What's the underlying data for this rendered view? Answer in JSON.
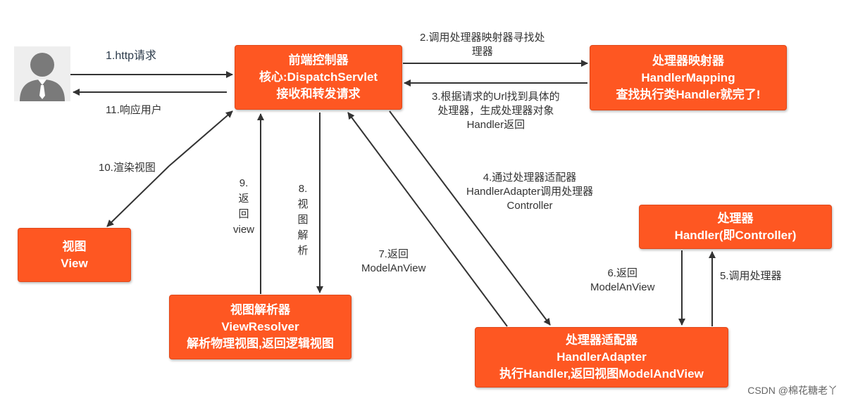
{
  "nodes": {
    "front_controller": [
      "前端控制器",
      "核心:DispatchServlet",
      "接收和转发请求"
    ],
    "handler_mapping": [
      "处理器映射器",
      "HandlerMapping",
      "查找执行类Handler就完了!"
    ],
    "view": [
      "视图",
      "View"
    ],
    "handler": [
      "处理器",
      "Handler(即Controller)"
    ],
    "view_resolver": [
      "视图解析器",
      "ViewResolver",
      "解析物理视图,返回逻辑视图"
    ],
    "handler_adapter": [
      "处理器适配器",
      "HandlerAdapter",
      "执行Handler,返回视图ModelAndView"
    ]
  },
  "steps": {
    "s1": "1.http请求",
    "s2": [
      "2.调用处理器映射器寻找处",
      "理器"
    ],
    "s3": [
      "3.根据请求的Url找到具体的",
      "处理器，生成处理器对象",
      "Handler返回"
    ],
    "s4": [
      "4.通过处理器适配器",
      "HandlerAdapter调用处理器",
      "Controller"
    ],
    "s5": "5.调用处理器",
    "s6": [
      "6.返回",
      "ModelAnView"
    ],
    "s7": [
      "7.返回",
      "ModelAnView"
    ],
    "s8": [
      "8.",
      "视",
      "图",
      "解",
      "析"
    ],
    "s9": [
      "9.",
      "返",
      "回",
      "view"
    ],
    "s10": "10.渲染视图",
    "s11": "11.响应用户"
  },
  "watermark": "CSDN @棉花糖老丫",
  "colors": {
    "box": "#fe5722",
    "arrow": "#333333",
    "avatar": "#7a7a7a"
  },
  "icons": {
    "user": "user-avatar-icon"
  }
}
